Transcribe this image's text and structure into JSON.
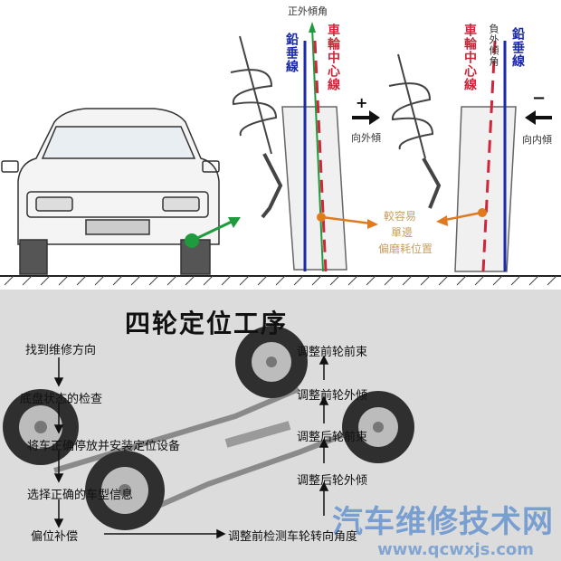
{
  "top": {
    "labels": {
      "positive_camber_top": "正外傾角",
      "plumb_line_left": "鉛垂線",
      "wheel_center_line_left": "車輪中心線",
      "plumb_line_right": "鉛垂線",
      "wheel_center_line_right": "車輪中心線",
      "negative_camber": "負外傾角",
      "plus_sign": "+",
      "minus_sign": "−",
      "outward_tilt": "向外傾",
      "inward_tilt": "向内傾",
      "wear_line1": "較容易",
      "wear_line2": "單邊",
      "wear_line3": "偏磨耗位置"
    },
    "colors": {
      "plumb_line": "#1a2aa8",
      "center_line": "#d0263a",
      "green_arrow": "#1f9a3c",
      "orange_arrow": "#e07a1f"
    }
  },
  "bottom": {
    "title": "四轮定位工序",
    "left_steps": [
      "找到维修方向",
      "底盘状态的检查",
      "将车正确停放并安装定位设备",
      "选择正确的车型信息",
      "偏位补偿"
    ],
    "bottom_step": "调整前检测车轮转向角度",
    "right_steps": [
      "调整前轮前束",
      "调整前轮外倾",
      "调整后轮前束",
      "调整后轮外倾"
    ],
    "watermark": "汽车维修技术网",
    "watermark_url": "www.qcwxjs.com"
  }
}
